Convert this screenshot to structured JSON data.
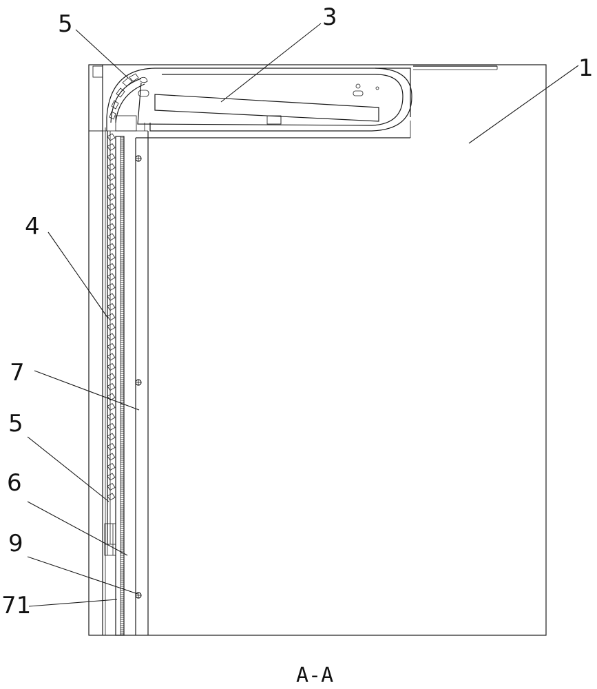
{
  "labels": {
    "part_1": "1",
    "part_3": "3",
    "part_4": "4",
    "part_5_top": "5",
    "part_5_side": "5",
    "part_6": "6",
    "part_7": "7",
    "part_9": "9",
    "part_71": "71"
  },
  "caption": "A-A"
}
